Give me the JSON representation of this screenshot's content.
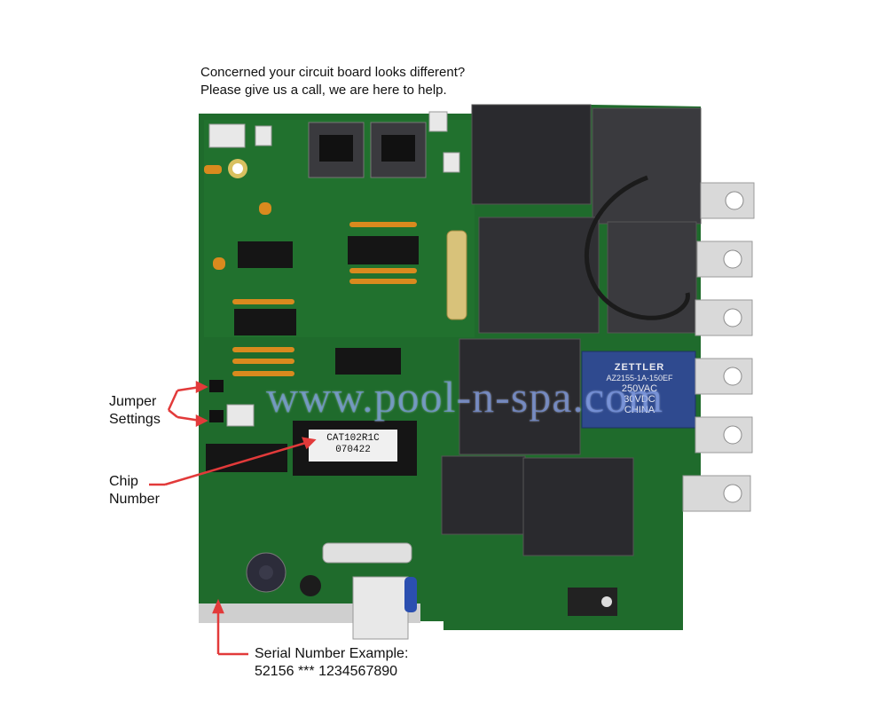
{
  "header": {
    "line1": "Concerned your circuit board looks different?",
    "line2": "Please give us a call, we are here to help."
  },
  "labels": {
    "jumper_line1": "Jumper",
    "jumper_line2": "Settings",
    "chip_line1": "Chip",
    "chip_line2": "Number",
    "serial_line1": "Serial Number Example:",
    "serial_line2": "52156 *** 1234567890"
  },
  "board": {
    "chip_line1": "CAT102R1C",
    "chip_line2": "070422",
    "relay_brand": "ZETTLER",
    "relay_model": "AZ2155-1A-150EF",
    "relay_rating1": "250VAC",
    "relay_rating2": "30VDC",
    "relay_origin": "CHINA",
    "watermark": "www.pool-n-spa.com"
  },
  "colors": {
    "pcb_green": "#1f6b2c",
    "annotation_red": "#e23a3a",
    "relay_black": "#2a2a2e",
    "relay_blue": "#2f4a8f",
    "terminal_silver": "#d9d9d9"
  }
}
